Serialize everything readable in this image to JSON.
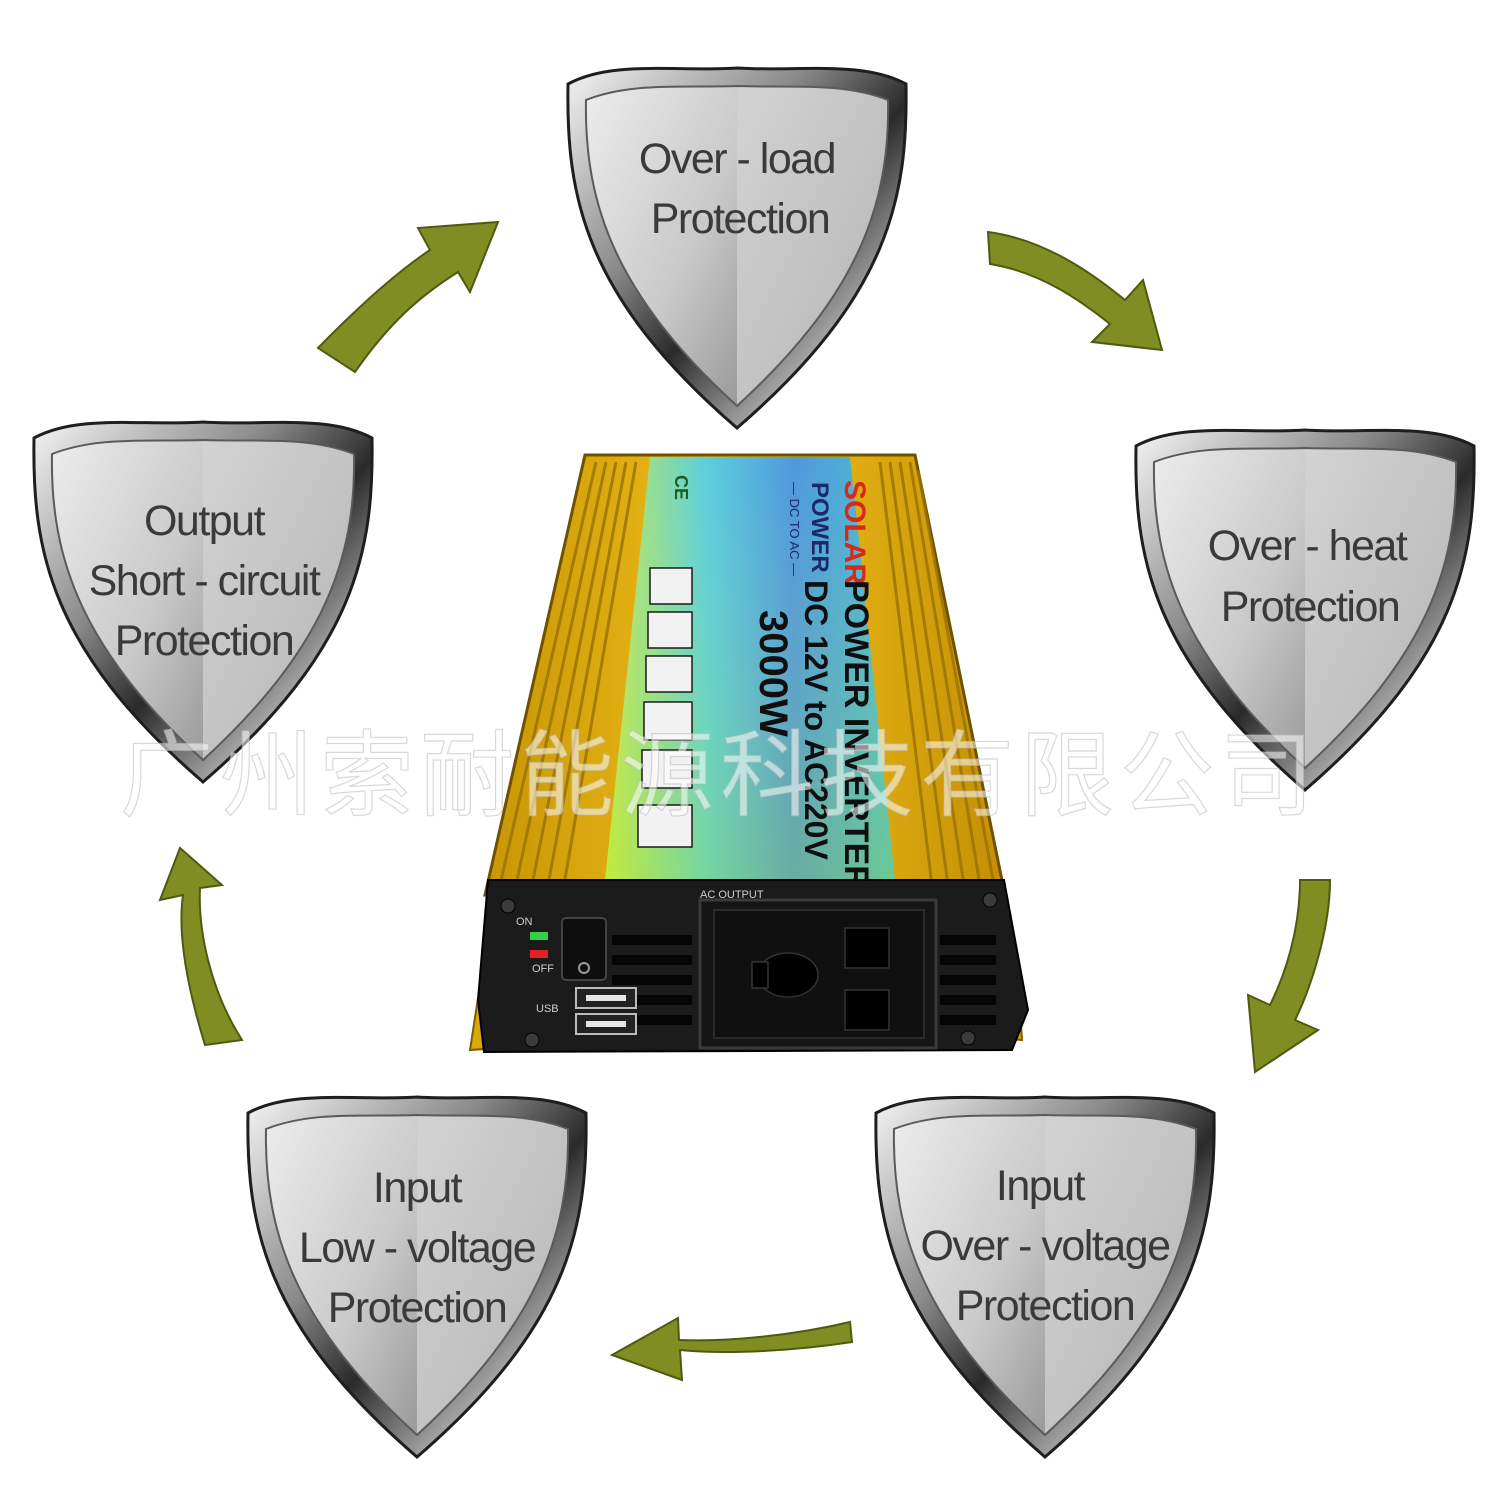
{
  "shields": {
    "top": {
      "line1": "Over - load",
      "line2": "Protection"
    },
    "right": {
      "line1": "Over - heat",
      "line2": "Protection"
    },
    "bottom_right": {
      "line1": "Input",
      "line2": "Over - voltage",
      "line3": "Protection"
    },
    "bottom_left": {
      "line1": "Input",
      "line2": "Low - voltage",
      "line3": "Protection"
    },
    "left": {
      "line1": "Output",
      "line2": "Short - circuit",
      "line3": "Protection"
    }
  },
  "product": {
    "brand_line1": "SOLAR",
    "brand_line2": "POWER",
    "brand_sub": "— DC TO AC —",
    "title": "POWER INVERTER",
    "spec": "DC 12V to AC220V",
    "wattage": "3000W",
    "panel_on": "ON",
    "panel_off": "OFF",
    "panel_usb": "USB",
    "panel_ac_output": "AC OUTPUT",
    "cert_marks": "CE"
  },
  "watermark": "广州索耐能源科技有限公司",
  "colors": {
    "arrow": "#7f8d22",
    "housing": "#e8b610",
    "shield_light": "#dcdcdc",
    "shield_dark": "#9a9a9a"
  }
}
